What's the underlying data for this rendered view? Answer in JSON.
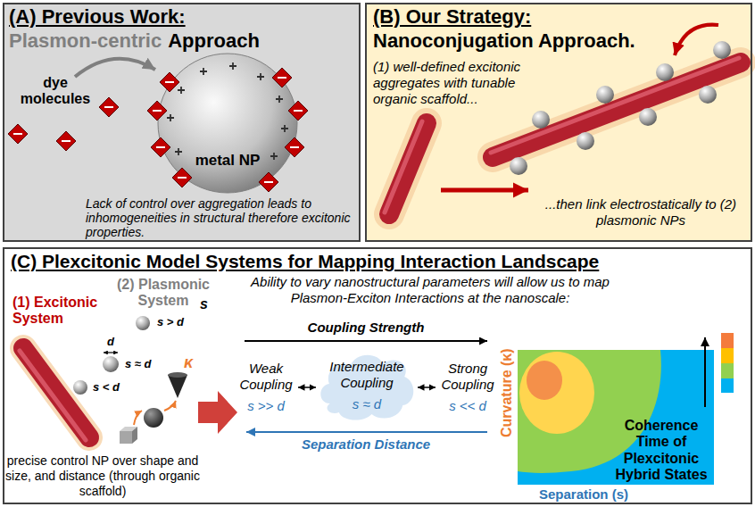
{
  "diagram": {
    "nodes": [
      {
        "text": [
          "(A) Previous Work:",
          "Plasmon-centric",
          "Approach",
          "Lack of control over aggregation leads to inhomogeneities in structural therefore excitonic properties."
        ]
      },
      {
        "text": [
          "metal NP"
        ],
        "in": 0
      },
      {
        "text": [
          "(B) Our Strategy:",
          "Nanoconjugation Approach.",
          "(1) well-defined excitonic aggregates with tunable organic scaffold...",
          "...then link electrostatically to (2) plasmonic NPs"
        ]
      },
      {
        "text": [
          "(C) Plexcitonic Model Systems for Mapping Interaction Landscape",
          "Ability to vary nanostructural parameters will allow us to map Plasmon-Exciton Interactions at the nanoscale:",
          "precise control NP over shape and size, and distance (through organic scaffold)"
        ]
      },
      {
        "text": [
          "Weak Coupling",
          "s >> d"
        ],
        "in": 3
      },
      {
        "text": [
          "Intermediate Coupling",
          "s ≈ d"
        ],
        "in": 3
      },
      {
        "text": [
          "Strong Coupling",
          "s << d"
        ],
        "in": 3
      },
      {
        "text": [
          "Coherence Time of Plexcitonic Hybrid States"
        ],
        "in": 3
      }
    ],
    "edges": [
      {
        "from": 4,
        "to": 5,
        "arrow": "both"
      },
      {
        "from": 5,
        "to": 6,
        "arrow": "both"
      }
    ],
    "labels": [
      "dye molecules",
      "(1) Excitonic System",
      "(2) Plasmonic System",
      "s",
      "s > d",
      "d",
      "s ≈ d",
      "s < d",
      "κ",
      "Coupling Strength",
      "Separation Distance",
      "Curvature (κ)",
      "Separation (s)"
    ]
  }
}
